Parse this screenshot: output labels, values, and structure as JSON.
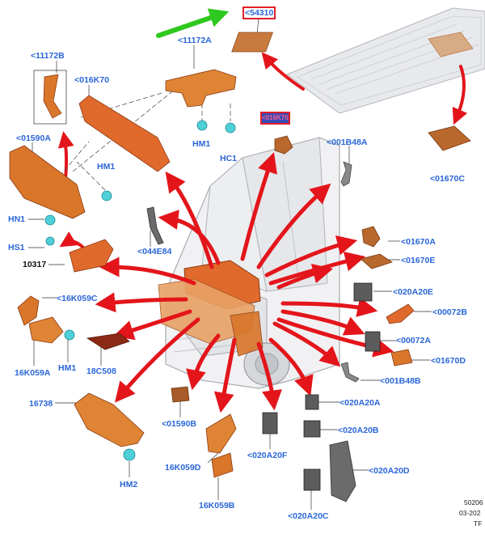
{
  "diagram": {
    "callouts": {
      "c54310": "<54310",
      "c11172A": "<11172A",
      "c11172B": "<11172B",
      "c016K70": "<016K70",
      "c01590A": "<01590A",
      "c01670C": "<01670C",
      "c001B48A": "<001B48A",
      "c044E84": "<044E84",
      "c01670A": "<01670A",
      "c01670E": "<01670E",
      "c020A20E": "<020A20E",
      "c00072B": "<00072B",
      "c00072A": "<00072A",
      "c01670D": "<01670D",
      "c001B48B": "<001B48B",
      "c16K059C": "<16K059C",
      "c18C508": "18C508",
      "c16K059A": "16K059A",
      "c16738": "16738",
      "c01590B": "<01590B",
      "c16K059D": "16K059D",
      "c16K059B": "16K059B",
      "c020A20F": "<020A20F",
      "c020A20A": "<020A20A",
      "c020A20B": "<020A20B",
      "c020A20D": "<020A20D",
      "c020A20C": "<020A20C",
      "cHM1a": "HM1",
      "cHC1": "HC1",
      "cHM1b": "HM1",
      "cHN1": "HN1",
      "cHS1": "HS1",
      "c10317": "10317",
      "cHM1c": "HM1",
      "cHM2": "HM2",
      "cCenter": "<016K70"
    },
    "meta": {
      "line1": "50206",
      "line2": "03-202",
      "line3": "TF"
    },
    "colors": {
      "callout": "#2a66d8",
      "arrow": "#e3151b",
      "green_arrow": "#2fc81e",
      "part_orange": "#d9762a",
      "part_brown": "#b8672d",
      "clip_cyan": "#4fd0d8",
      "part_gray": "#6b6b6b"
    }
  }
}
